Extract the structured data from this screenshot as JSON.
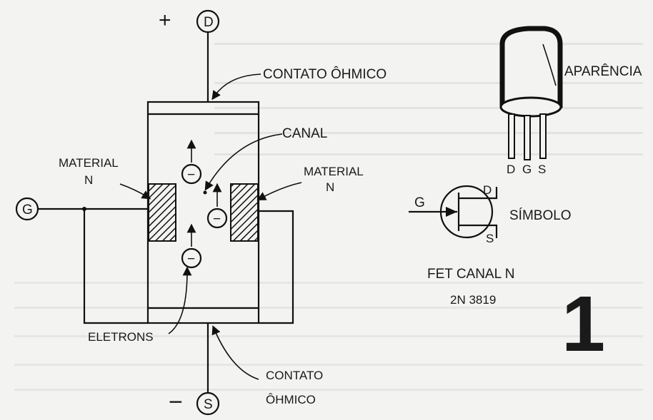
{
  "diagram": {
    "plus_sign": "+",
    "minus_sign": "−",
    "drain_terminal": "D",
    "gate_terminal": "G",
    "source_terminal": "S",
    "contact_top": "CONTATO   ÔHMICO",
    "channel": "CANAL",
    "material_left_line1": "MATERIAL",
    "material_left_line2": "N",
    "material_right_line1": "MATERIAL",
    "material_right_line2": "N",
    "electrons": "ELETRONS",
    "contact_bottom_line1": "CONTATO",
    "contact_bottom_line2": "ÔHMICO",
    "electron_charge": "−",
    "appearance": "APARÊNCIA",
    "pin_d": "D",
    "pin_g": "G",
    "pin_s": "S",
    "symbol_label": "SÍMBOLO",
    "symbol_g": "G",
    "symbol_d": "D",
    "symbol_s": "S",
    "fet_caption": "FET   CANAL   N",
    "part_number": "2N 3819",
    "figure_number": "1"
  },
  "colors": {
    "ink": "#111111",
    "paper": "#f3f3f1",
    "bleed_text": "#c9c9c7"
  }
}
